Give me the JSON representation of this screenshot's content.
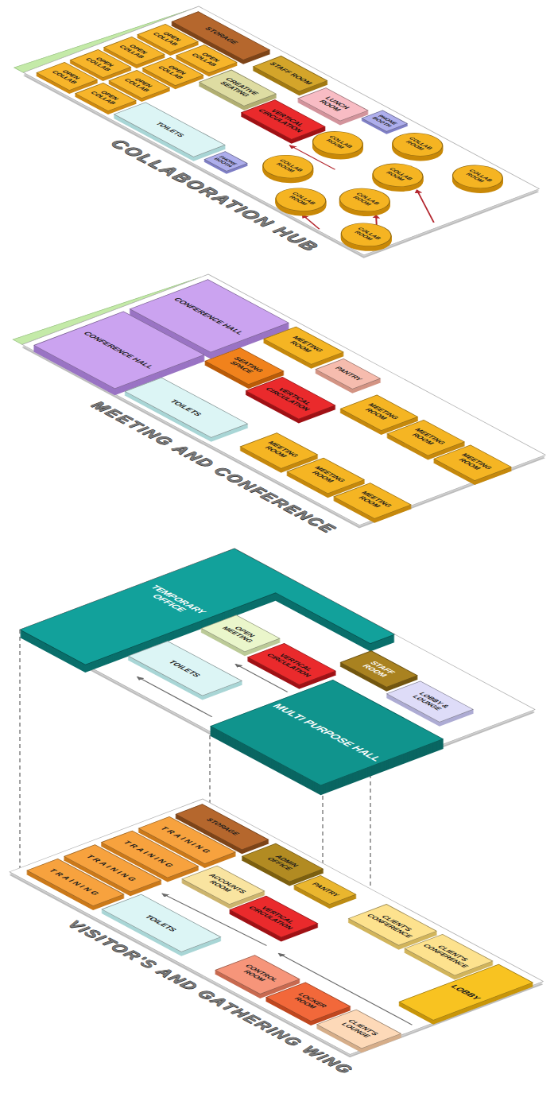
{
  "diagram": {
    "nodes": [
      {
        "text": [
          "STORAGE"
        ]
      },
      {
        "text": [
          "OPEN COLLAB"
        ]
      },
      {
        "text": [
          "OPEN COLLAB"
        ]
      },
      {
        "text": [
          "OPEN COLLAB"
        ]
      },
      {
        "text": [
          "OPEN COLLAB"
        ]
      },
      {
        "text": [
          "OPEN COLLAB"
        ]
      },
      {
        "text": [
          "OPEN COLLAB"
        ]
      },
      {
        "text": [
          "OPEN COLLAB"
        ]
      },
      {
        "text": [
          "OPEN COLLAB"
        ]
      },
      {
        "text": [
          "STAFF ROOM"
        ]
      },
      {
        "text": [
          "LUNCH ROOM"
        ]
      },
      {
        "text": [
          "PHONE BOOTH"
        ]
      },
      {
        "text": [
          "CREATIVE SEATING"
        ]
      },
      {
        "text": [
          "VERTICAL CIRCULATION"
        ]
      },
      {
        "text": [
          "COLLAB ROOM"
        ]
      },
      {
        "text": [
          "COLLAB ROOM"
        ]
      },
      {
        "text": [
          "COLLAB ROOM"
        ]
      },
      {
        "text": [
          "COLLAB ROOM"
        ]
      },
      {
        "text": [
          "COLLAB ROOM"
        ]
      },
      {
        "text": [
          "COLLAB ROOM"
        ]
      },
      {
        "text": [
          "COLLAB ROOM"
        ]
      },
      {
        "text": [
          "COLLAB ROOM"
        ]
      },
      {
        "text": [
          "TOILETS"
        ]
      },
      {
        "text": [
          "PHONE BOOTH"
        ]
      },
      {
        "text": [
          "CONFERENCE HALL"
        ]
      },
      {
        "text": [
          "CONFERENCE HALL"
        ]
      },
      {
        "text": [
          "MEETING ROOM"
        ]
      },
      {
        "text": [
          "PANTRY"
        ]
      },
      {
        "text": [
          "SEATING SPACE"
        ]
      },
      {
        "text": [
          "VERTICAL CIRCULATION"
        ]
      },
      {
        "text": [
          "TOILETS"
        ]
      },
      {
        "text": [
          "MEETING ROOM"
        ]
      },
      {
        "text": [
          "MEETING ROOM"
        ]
      },
      {
        "text": [
          "MEETING ROOM"
        ]
      },
      {
        "text": [
          "MEETING ROOM"
        ]
      },
      {
        "text": [
          "MEETING ROOM"
        ]
      },
      {
        "text": [
          "MEETING ROOM"
        ]
      },
      {
        "text": [
          "TEMPORARY OFFICE"
        ]
      },
      {
        "text": [
          "OPEN MEETING"
        ]
      },
      {
        "text": [
          "VERTICAL CIRCULATION"
        ]
      },
      {
        "text": [
          "STAFF ROOM"
        ]
      },
      {
        "text": [
          "TOILETS"
        ]
      },
      {
        "text": [
          "LOBBY & LOUNGE"
        ]
      },
      {
        "text": [
          "MULTI PURPOSE HALL"
        ]
      },
      {
        "text": [
          "STORAGE"
        ]
      },
      {
        "text": [
          "TRAINING"
        ]
      },
      {
        "text": [
          "TRAINING"
        ]
      },
      {
        "text": [
          "TRAINING"
        ]
      },
      {
        "text": [
          "TRAINING"
        ]
      },
      {
        "text": [
          "ADMIN OFFICE"
        ]
      },
      {
        "text": [
          "PANTRY"
        ]
      },
      {
        "text": [
          "ACCOUNTS ROOM"
        ]
      },
      {
        "text": [
          "VERTICAL CIRCULATION"
        ]
      },
      {
        "text": [
          "CLIENT'S CONFERENCE"
        ]
      },
      {
        "text": [
          "CLIENT'S CONFERENCE"
        ]
      },
      {
        "text": [
          "LOBBY"
        ]
      },
      {
        "text": [
          "TOILETS"
        ]
      },
      {
        "text": [
          "CONTROL ROOM"
        ]
      },
      {
        "text": [
          "LOCKER ROOM"
        ]
      },
      {
        "text": [
          "CLIENT'S LOUNGE"
        ]
      }
    ],
    "labels": [
      "COLLABORATION HUB",
      "MEETING AND CONFERENCE",
      "VISITOR'S AND GATHERING WING"
    ]
  }
}
